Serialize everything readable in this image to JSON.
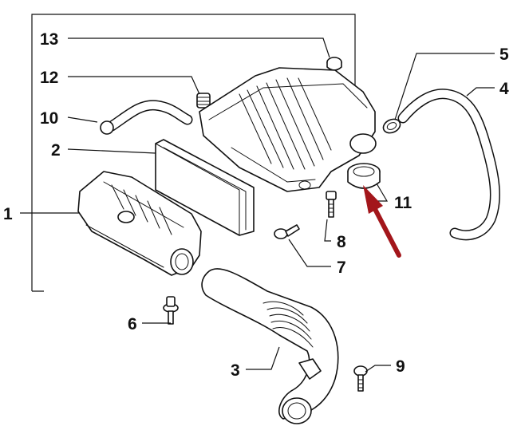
{
  "labels": {
    "p1": "1",
    "p2": "2",
    "p3": "3",
    "p4": "4",
    "p5": "5",
    "p6": "6",
    "p7": "7",
    "p8": "8",
    "p9": "9",
    "p10": "10",
    "p11": "11",
    "p12": "12",
    "p13": "13"
  },
  "colors": {
    "arrow": "#a3161b",
    "ink": "#111111"
  },
  "highlighted_part": "11"
}
